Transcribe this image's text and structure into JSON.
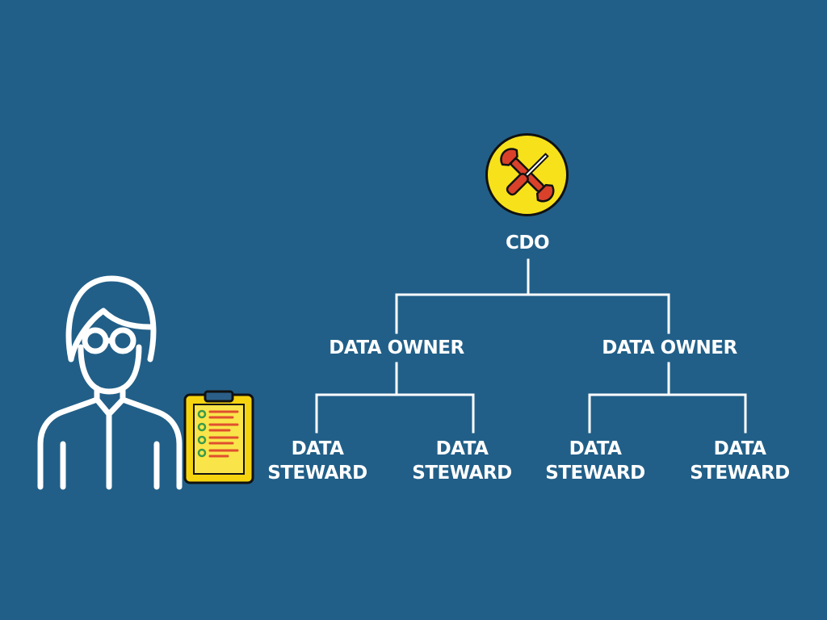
{
  "org_chart": {
    "root": {
      "label": "CDO",
      "icon": "wrench-screwdriver-icon"
    },
    "owners": [
      {
        "label": "DATA OWNER",
        "stewards": [
          {
            "line1": "DATA",
            "line2": "STEWARD"
          },
          {
            "line1": "DATA",
            "line2": "STEWARD"
          }
        ]
      },
      {
        "label": "DATA OWNER",
        "stewards": [
          {
            "line1": "DATA",
            "line2": "STEWARD"
          },
          {
            "line1": "DATA",
            "line2": "STEWARD"
          }
        ]
      }
    ]
  },
  "illustration": {
    "person_icon": "person-with-glasses-icon",
    "clipboard_icon": "checklist-clipboard-icon"
  },
  "colors": {
    "background": "#215f88",
    "lines": "#ffffff",
    "badge_fill": "#f7e11a",
    "tool_color": "#d9412b",
    "clipboard_fill": "#f5d40f",
    "checklist_dots": "#3a9a4a",
    "checklist_lines": "#e0502e"
  }
}
